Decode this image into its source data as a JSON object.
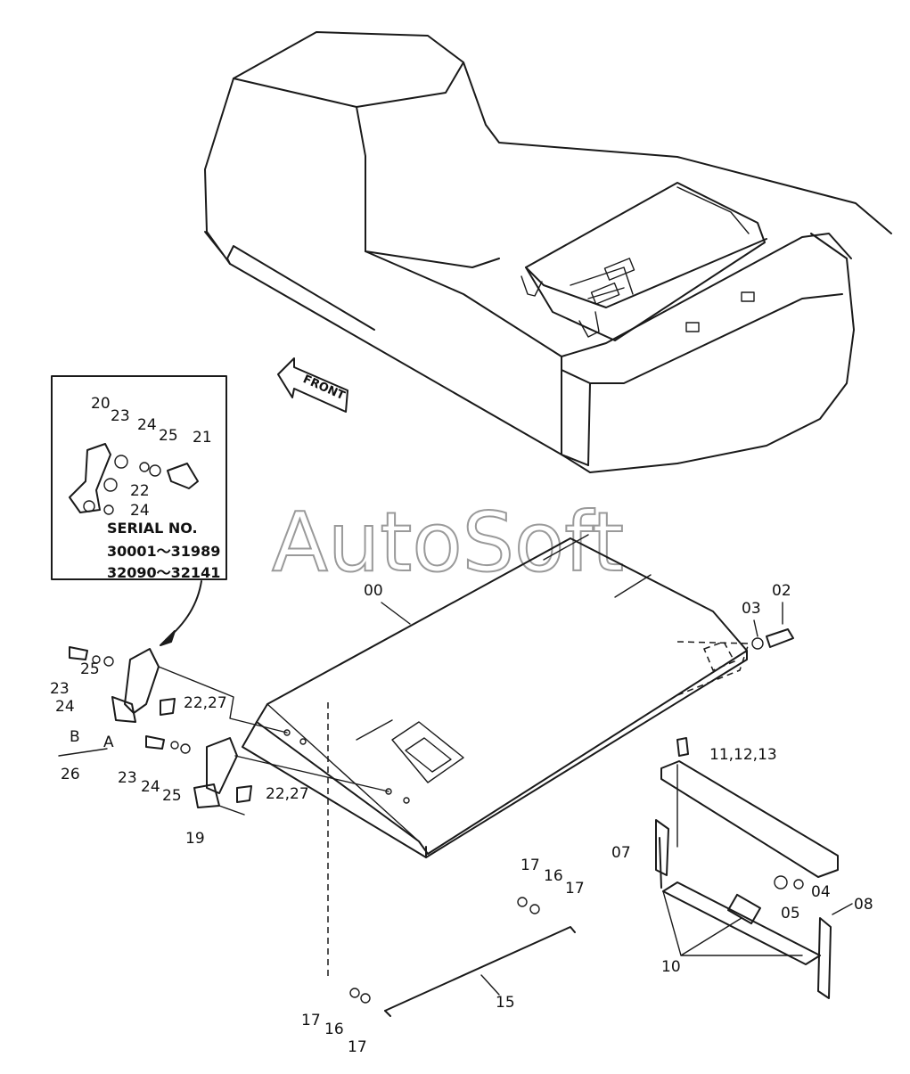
{
  "watermark": "AutoSoft",
  "front_arrow": "FRONT",
  "inset": {
    "serial_label": "SERIAL NO.",
    "serial_range_1": "30001～31989",
    "serial_range_2": "32090～32141",
    "callouts": [
      "20",
      "23",
      "24",
      "25",
      "21",
      "22",
      "24"
    ]
  },
  "callouts": {
    "c00": "00",
    "c02": "02",
    "c03": "03",
    "c11": "11,12,13",
    "c07": "07",
    "c04": "04",
    "c05": "05",
    "c08": "08",
    "c10": "10",
    "c15": "15",
    "c16a": "16",
    "c16b": "16",
    "c17a": "17",
    "c17b": "17",
    "c17c": "17",
    "c17d": "17",
    "c23a": "23",
    "c24a": "24",
    "c25a": "25",
    "c22a": "22,27",
    "cB": "B",
    "cA": "A",
    "c26": "26",
    "c23b": "23",
    "c24b": "24",
    "c25b": "25",
    "c22b": "22,27",
    "c19": "19"
  }
}
